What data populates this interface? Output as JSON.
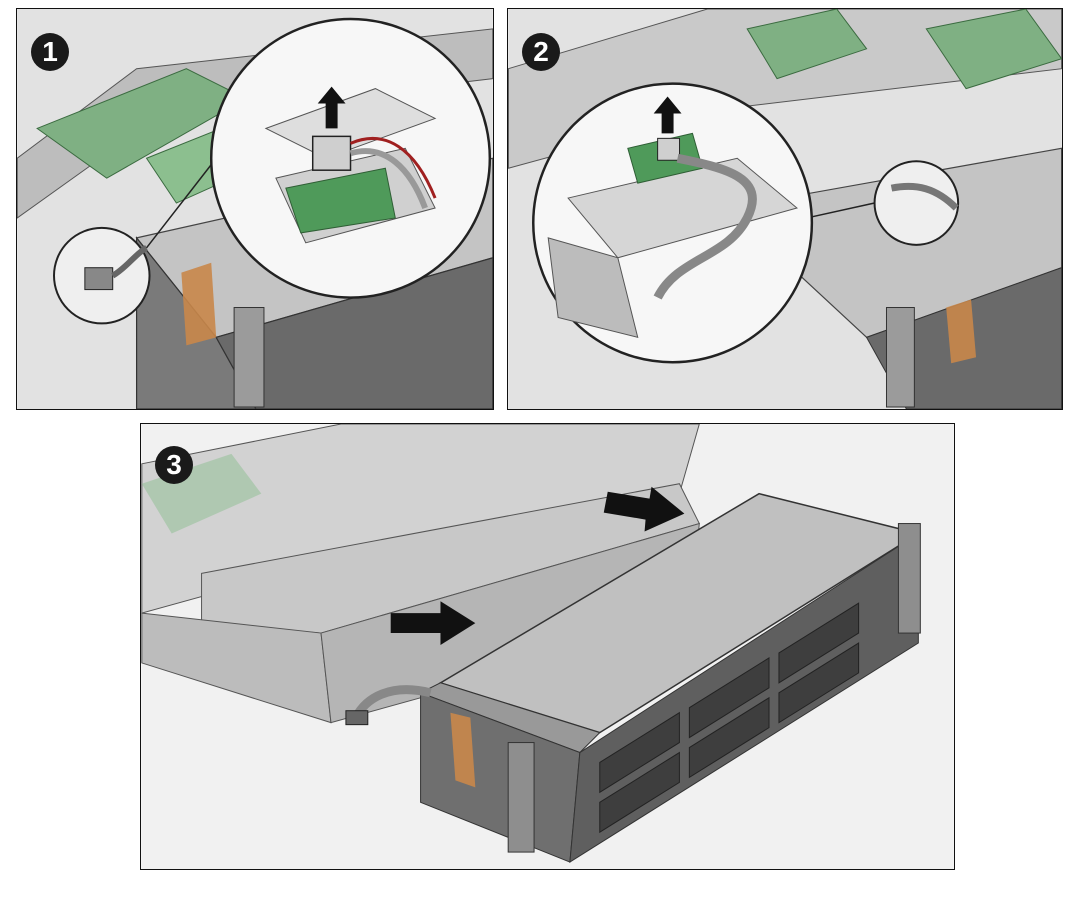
{
  "steps": [
    {
      "number": "1",
      "action": "disconnect-cable-connector",
      "arrow": "up"
    },
    {
      "number": "2",
      "action": "lift-cable-from-chassis",
      "arrow": "up"
    },
    {
      "number": "3",
      "action": "slide-drive-cage-out",
      "arrow": "right"
    }
  ],
  "colors": {
    "chassis": "#cfcfcf",
    "chassis_dark": "#8a8a8a",
    "cage_front": "#6e6e6e",
    "circuit_board": "#4f9a5a",
    "label_tape": "#c9874a",
    "outline": "#222222",
    "badge": "#1a1a1a",
    "arrow": "#111111"
  }
}
